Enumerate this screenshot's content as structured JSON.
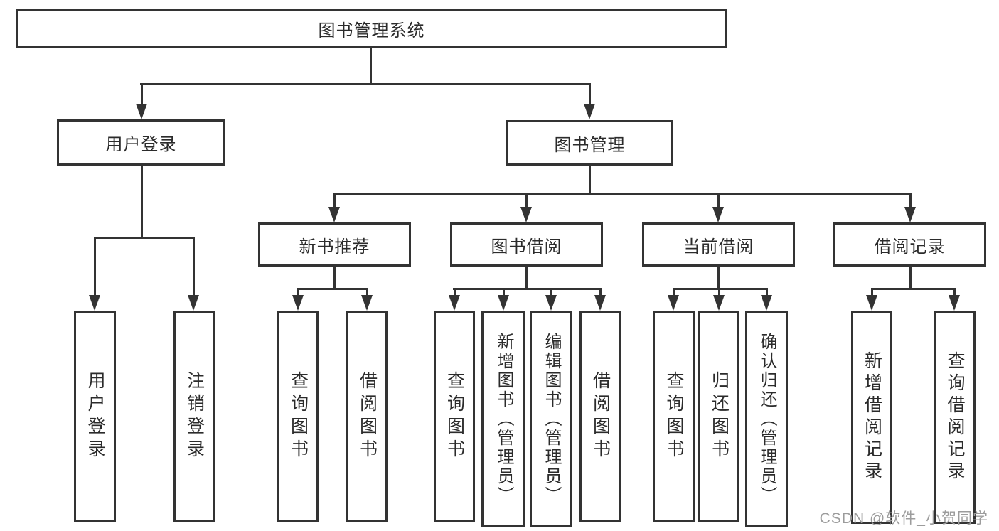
{
  "colors": {
    "line": "#333333",
    "text": "#2b2b2b",
    "box_fill": "#ffffff",
    "background": "#ffffff",
    "watermark": "#9c9c9c"
  },
  "watermark": "CSDN @软件_小贺同学",
  "tree": {
    "label": "图书管理系统",
    "children": [
      {
        "label": "用户登录",
        "children": [
          {
            "label": "用户登录"
          },
          {
            "label": "注销登录"
          }
        ]
      },
      {
        "label": "图书管理",
        "children": [
          {
            "label": "新书推荐",
            "children": [
              {
                "label": "查询图书"
              },
              {
                "label": "借阅图书"
              }
            ]
          },
          {
            "label": "图书借阅",
            "children": [
              {
                "label": "查询图书"
              },
              {
                "label": "新增图书（管理员）"
              },
              {
                "label": "编辑图书（管理员）"
              },
              {
                "label": "借阅图书"
              }
            ]
          },
          {
            "label": "当前借阅",
            "children": [
              {
                "label": "查询图书"
              },
              {
                "label": "归还图书"
              },
              {
                "label": "确认归还（管理员）"
              }
            ]
          },
          {
            "label": "借阅记录",
            "children": [
              {
                "label": "新增借阅记录"
              },
              {
                "label": "查询借阅记录"
              }
            ]
          }
        ]
      }
    ]
  }
}
